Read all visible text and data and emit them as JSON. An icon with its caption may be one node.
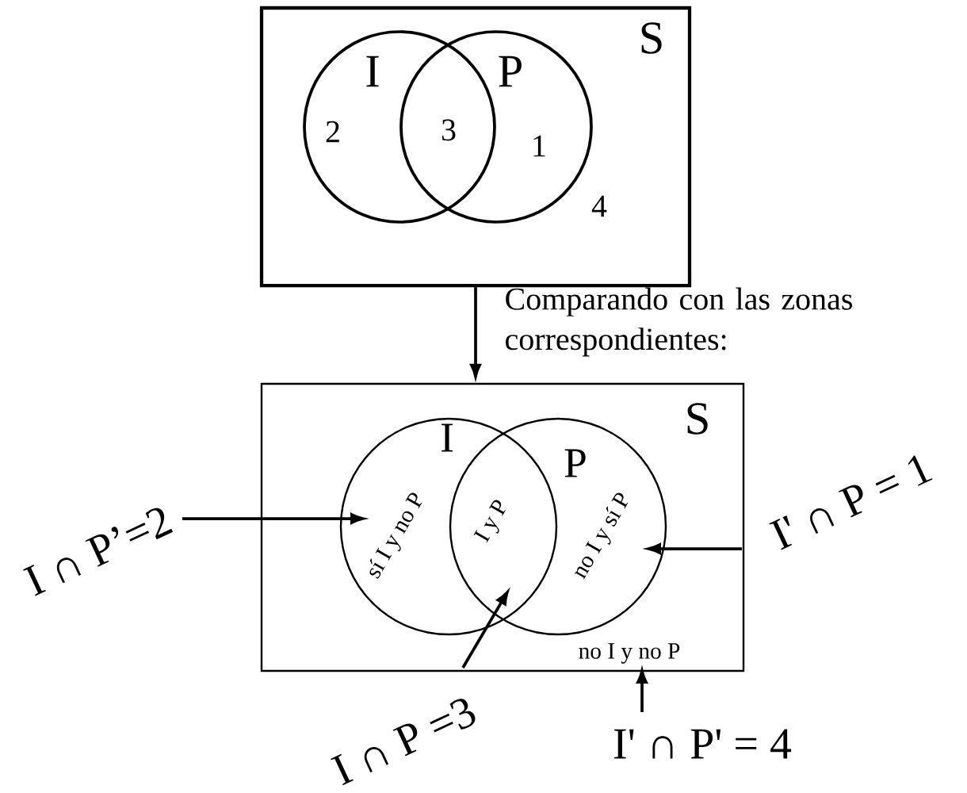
{
  "diagram": {
    "nodes": [
      {
        "text": [
          "S"
        ]
      },
      {
        "text": [
          "I"
        ],
        "in": 0
      },
      {
        "text": [
          "P"
        ],
        "in": 0
      },
      {
        "text": [
          "S"
        ]
      },
      {
        "text": [
          "I"
        ],
        "in": 3
      },
      {
        "text": [
          "P"
        ],
        "in": 3
      },
      {
        "text": [
          "sí I y no P"
        ],
        "in": 4
      },
      {
        "text": [
          "I y P"
        ]
      },
      {
        "text": [
          "no I y sí P"
        ],
        "in": 5
      },
      {
        "text": [
          "no I y no P"
        ],
        "in": 3
      },
      {
        "text": [
          "I ∩ P’=2"
        ]
      },
      {
        "text": [
          "I' ∩ P = 1"
        ]
      },
      {
        "text": [
          "I ∩ P =3"
        ]
      },
      {
        "text": [
          "I' ∩ P' = 4"
        ]
      }
    ],
    "edges": [
      {
        "from": 0,
        "to": 3,
        "arrow": "to",
        "label": "Comparando con las zonas correspondientes:"
      },
      {
        "from": 10,
        "to": 6,
        "arrow": "to"
      },
      {
        "from": 11,
        "to": 8,
        "arrow": "to"
      },
      {
        "from": 12,
        "to": 7,
        "arrow": "to"
      },
      {
        "from": 13,
        "to": 9,
        "arrow": "to"
      }
    ],
    "labels": [
      "2",
      "3",
      "1",
      "4"
    ]
  }
}
